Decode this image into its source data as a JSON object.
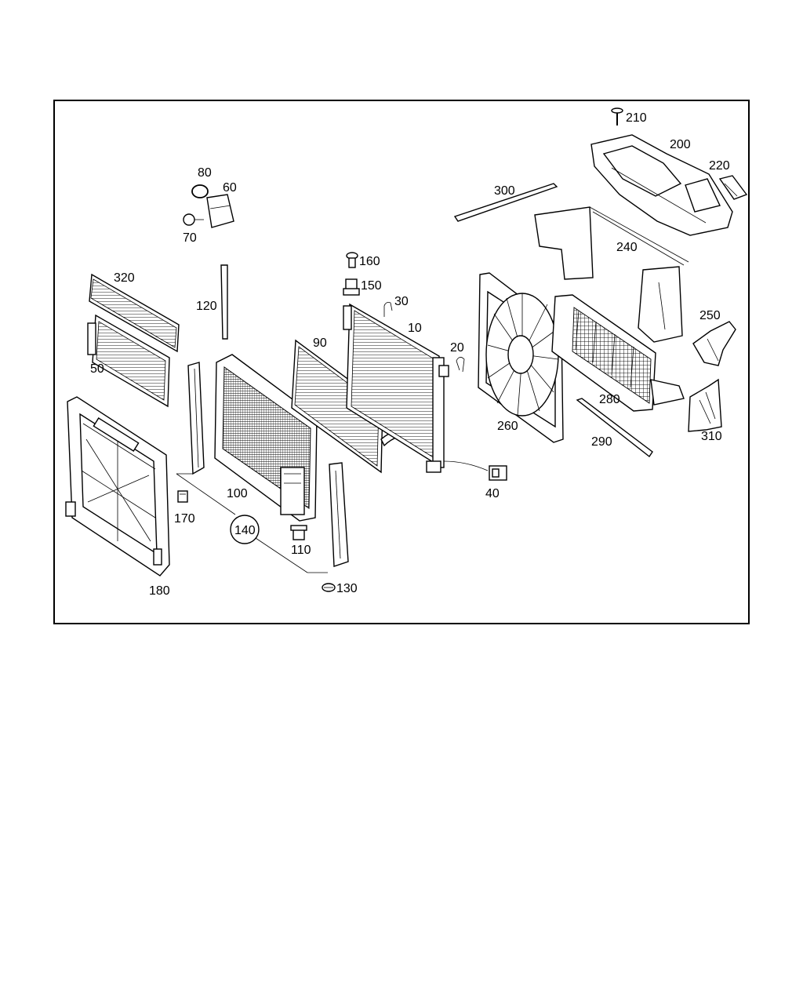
{
  "diagram": {
    "part_numbers": {
      "p10": "10",
      "p20": "20",
      "p30": "30",
      "p40": "40",
      "p50": "50",
      "p60": "60",
      "p70": "70",
      "p80": "80",
      "p90": "90",
      "p100": "100",
      "p110": "110",
      "p120": "120",
      "p130": "130",
      "p140": "140",
      "p150": "150",
      "p160": "160",
      "p170": "170",
      "p180": "180",
      "p200": "200",
      "p210": "210",
      "p220": "220",
      "p240": "240",
      "p250": "250",
      "p260": "260",
      "p280": "280",
      "p290": "290",
      "p300": "300",
      "p310": "310",
      "p320": "320"
    }
  }
}
